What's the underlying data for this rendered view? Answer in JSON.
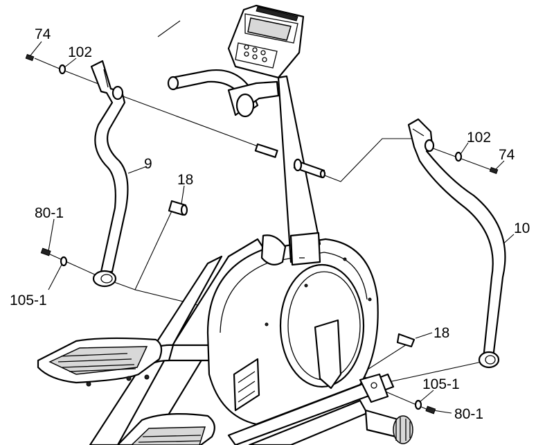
{
  "diagram": {
    "labels": {
      "screw_left": "74",
      "washer_left": "102",
      "handlebar_left": "9",
      "bushing_left": "18",
      "bolt_left": "80-1",
      "washer_lower_left": "105-1",
      "washer_right": "102",
      "screw_right": "74",
      "handlebar_right": "10",
      "bushing_right": "18",
      "washer_lower_right": "105-1",
      "bolt_right": "80-1"
    }
  }
}
